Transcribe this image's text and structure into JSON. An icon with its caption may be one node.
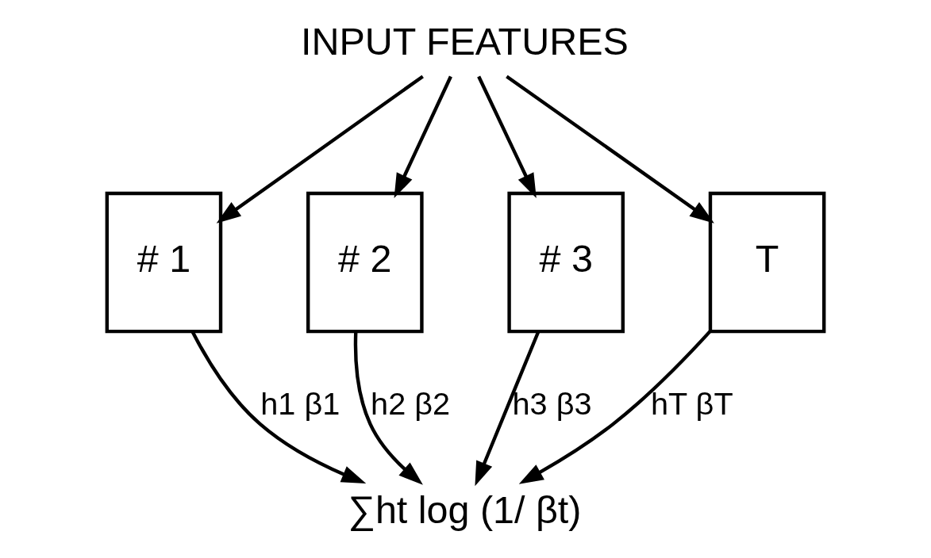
{
  "diagram": {
    "nodes": [
      {
        "text": [
          "INPUT FEATURES"
        ]
      },
      {
        "text": [
          "# 1"
        ]
      },
      {
        "text": [
          "# 2"
        ]
      },
      {
        "text": [
          "# 3"
        ]
      },
      {
        "text": [
          "T"
        ]
      },
      {
        "text": [
          "∑ht log (1/ βt)"
        ]
      }
    ],
    "edges": [
      {
        "from": 0,
        "to": 1,
        "arrow": "to"
      },
      {
        "from": 0,
        "to": 2,
        "arrow": "to"
      },
      {
        "from": 0,
        "to": 3,
        "arrow": "to"
      },
      {
        "from": 0,
        "to": 4,
        "arrow": "to"
      },
      {
        "from": 1,
        "to": 5,
        "arrow": "to",
        "label": "h1 β1"
      },
      {
        "from": 2,
        "to": 5,
        "arrow": "to",
        "label": "h2 β2"
      },
      {
        "from": 3,
        "to": 5,
        "arrow": "to",
        "label": "h3 β3"
      },
      {
        "from": 4,
        "to": 5,
        "arrow": "to",
        "label": "hT βT"
      }
    ]
  }
}
